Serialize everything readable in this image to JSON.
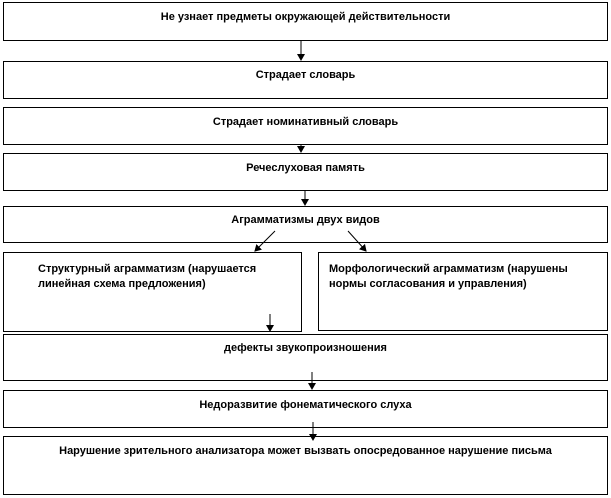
{
  "nodes": {
    "n1": "Не узнает предметы окружающей действительности",
    "n2": "Страдает словарь",
    "n3": "Страдает номинативный словарь",
    "n4": "Речеслуховая память",
    "n5": "Аграмматизмы двух видов",
    "n6": "Структурный аграмматизм (нарушается линейная схема предложения)",
    "n7": "Морфологический аграмматизм (нарушены нормы согласования и управления)",
    "n8": "дефекты звукопроизношения",
    "n9": "Недоразвитие фонематического слуха",
    "n10": "Нарушение зрительного анализатора может вызвать опосредованное нарушение письма"
  }
}
